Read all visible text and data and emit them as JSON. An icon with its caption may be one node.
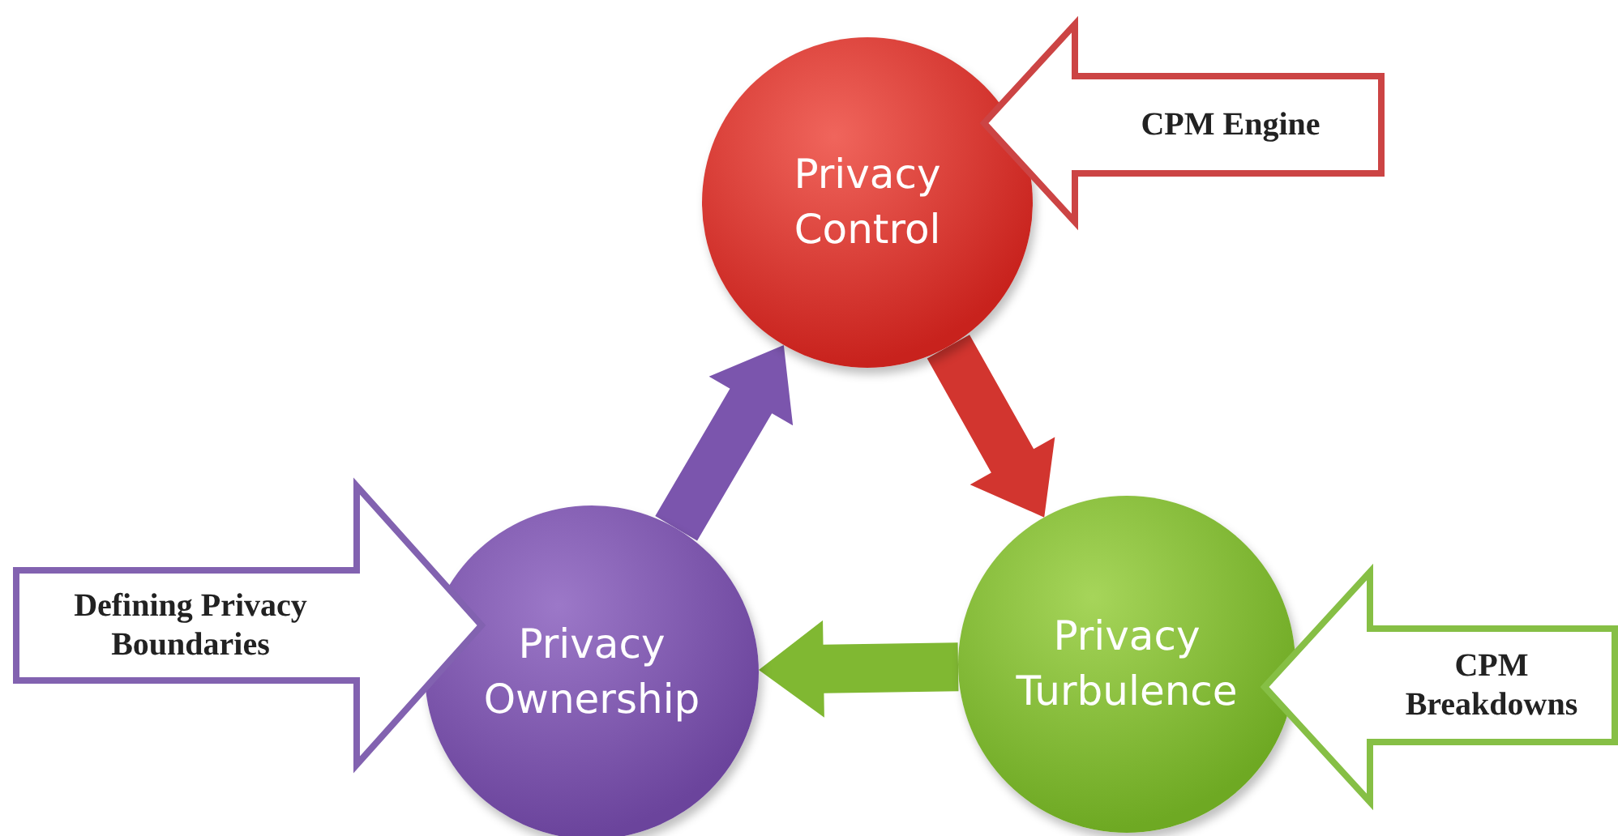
{
  "diagram": {
    "nodes": [
      {
        "text": [
          "Privacy Control"
        ]
      },
      {
        "text": [
          "Privacy Turbulence"
        ]
      },
      {
        "text": [
          "Privacy Ownership"
        ]
      },
      {
        "text": [
          "CPM Engine"
        ]
      },
      {
        "text": [
          "CPM Breakdowns"
        ]
      },
      {
        "text": [
          "Defining Privacy Boundaries"
        ]
      }
    ],
    "edges": [
      {
        "from": 0,
        "to": 1,
        "arrow": "to",
        "style": "thick",
        "color": "#d2352f"
      },
      {
        "from": 1,
        "to": 2,
        "arrow": "to",
        "style": "thick",
        "color": "#80b832"
      },
      {
        "from": 2,
        "to": 0,
        "arrow": "to",
        "style": "thick",
        "color": "#7b55ad"
      }
    ]
  }
}
